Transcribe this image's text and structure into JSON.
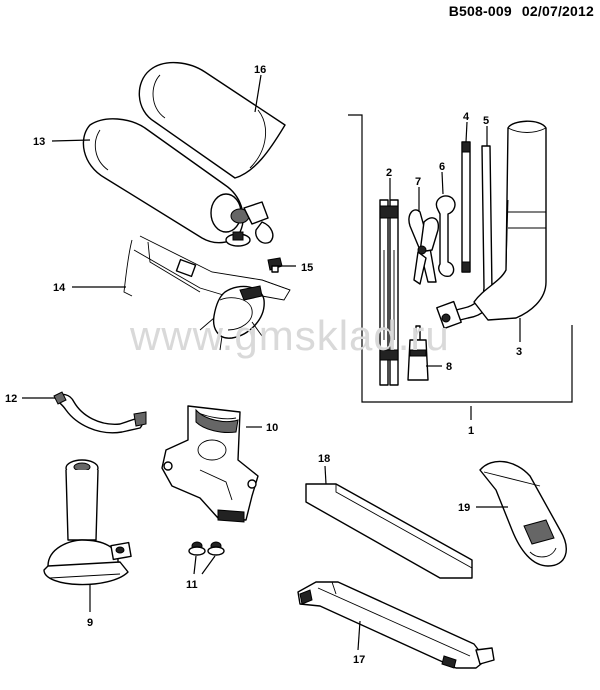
{
  "header": {
    "code": "B508-009",
    "date": "02/07/2012"
  },
  "watermark": "www.gmsklad.ru",
  "callouts": [
    "16",
    "13",
    "15",
    "14",
    "12",
    "10",
    "9",
    "11",
    "18",
    "19",
    "17",
    "2",
    "7",
    "6",
    "4",
    "5",
    "3",
    "8",
    "1"
  ]
}
